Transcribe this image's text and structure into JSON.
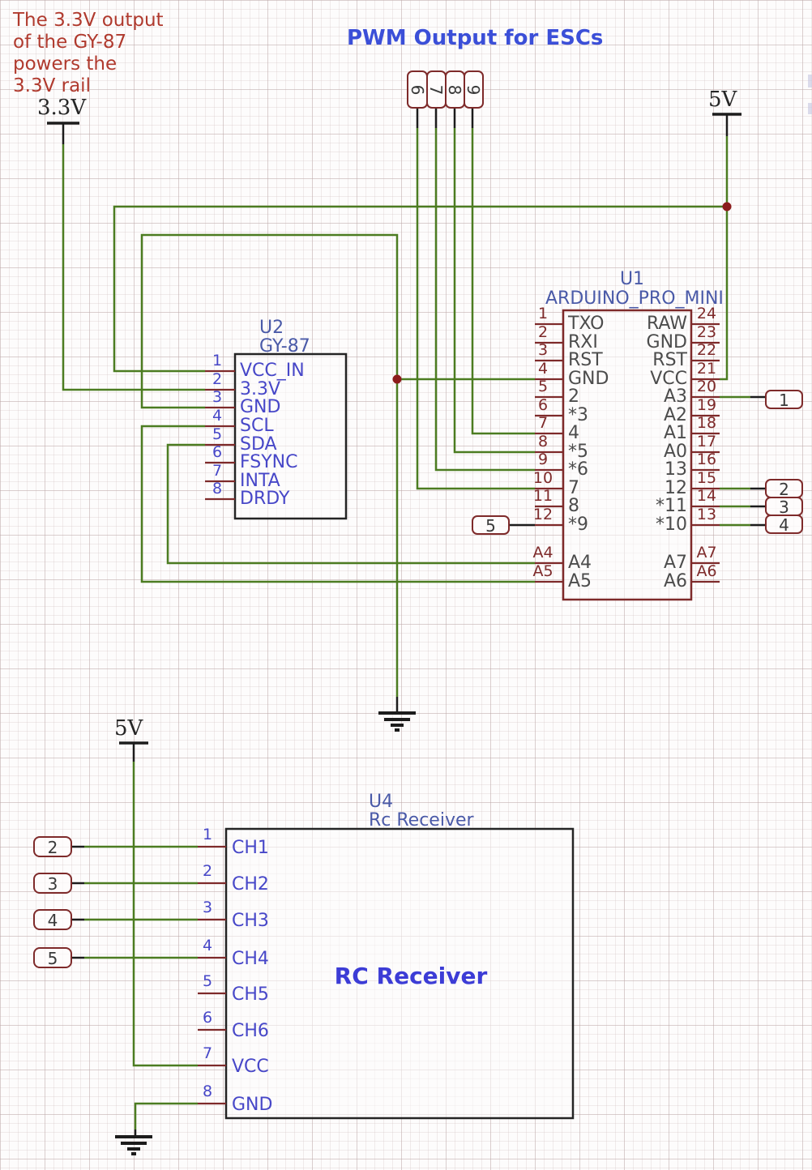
{
  "note": {
    "lines": [
      "The 3.3V output",
      "of the GY-87",
      "powers the",
      "3.3V rail"
    ]
  },
  "pwm_header": {
    "title": "PWM Output for ESCs",
    "pins": [
      "6",
      "7",
      "8",
      "9"
    ]
  },
  "power_flags": {
    "v33": "3.3V",
    "v5_top": "5V",
    "v5_bottom": "5V"
  },
  "u1": {
    "designator": "U1",
    "name": "ARDUINO_PRO_MINI",
    "left_pins": [
      {
        "num": "1",
        "name": "TXO"
      },
      {
        "num": "2",
        "name": "RXI"
      },
      {
        "num": "3",
        "name": "RST"
      },
      {
        "num": "4",
        "name": "GND"
      },
      {
        "num": "5",
        "name": "2"
      },
      {
        "num": "6",
        "name": "*3"
      },
      {
        "num": "7",
        "name": "4"
      },
      {
        "num": "8",
        "name": "*5"
      },
      {
        "num": "9",
        "name": "*6"
      },
      {
        "num": "10",
        "name": "7"
      },
      {
        "num": "11",
        "name": "8"
      },
      {
        "num": "12",
        "name": "*9"
      },
      {
        "num": "A4",
        "name": "A4"
      },
      {
        "num": "A5",
        "name": "A5"
      }
    ],
    "right_pins": [
      {
        "num": "24",
        "name": "RAW"
      },
      {
        "num": "23",
        "name": "GND"
      },
      {
        "num": "22",
        "name": "RST"
      },
      {
        "num": "21",
        "name": "VCC"
      },
      {
        "num": "20",
        "name": "A3"
      },
      {
        "num": "19",
        "name": "A2"
      },
      {
        "num": "18",
        "name": "A1"
      },
      {
        "num": "17",
        "name": "A0"
      },
      {
        "num": "16",
        "name": "13"
      },
      {
        "num": "15",
        "name": "12"
      },
      {
        "num": "14",
        "name": "*11"
      },
      {
        "num": "13",
        "name": "*10"
      },
      {
        "num": "A7",
        "name": "A7"
      },
      {
        "num": "A6",
        "name": "A6"
      }
    ]
  },
  "u2": {
    "designator": "U2",
    "name": "GY-87",
    "pins": [
      {
        "num": "1",
        "name": "VCC_IN"
      },
      {
        "num": "2",
        "name": "3.3V"
      },
      {
        "num": "3",
        "name": "GND"
      },
      {
        "num": "4",
        "name": "SCL"
      },
      {
        "num": "5",
        "name": "SDA"
      },
      {
        "num": "6",
        "name": "FSYNC"
      },
      {
        "num": "7",
        "name": "INTA"
      },
      {
        "num": "8",
        "name": "DRDY"
      }
    ]
  },
  "u4": {
    "designator": "U4",
    "name": "Rc Receiver",
    "label": "RC Receiver",
    "pins": [
      {
        "num": "1",
        "name": "CH1"
      },
      {
        "num": "2",
        "name": "CH2"
      },
      {
        "num": "3",
        "name": "CH3"
      },
      {
        "num": "4",
        "name": "CH4"
      },
      {
        "num": "5",
        "name": "CH5"
      },
      {
        "num": "6",
        "name": "CH6"
      },
      {
        "num": "7",
        "name": "VCC"
      },
      {
        "num": "8",
        "name": "GND"
      }
    ]
  },
  "connectors": {
    "right": [
      "1",
      "2",
      "3",
      "4"
    ],
    "mid": "5",
    "left": [
      "2",
      "3",
      "4",
      "5"
    ]
  },
  "colors": {
    "wire_green": "#4c7c21",
    "maroon": "#7e2a2a",
    "junction_red": "#8c1c1c",
    "blue_pin_text": "#4747c8",
    "chip_title_blue": "#4a5aa8",
    "pwm_title_blue": "#3b4fd8",
    "rc_label_blue": "#3c3cd6",
    "note_red": "#b03a2e"
  }
}
